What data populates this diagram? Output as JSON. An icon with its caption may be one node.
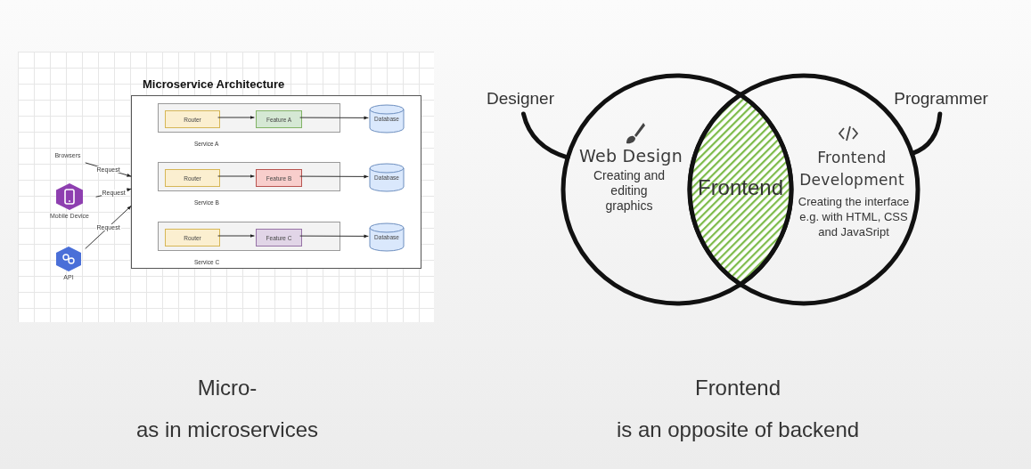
{
  "diagram": {
    "nodes": [
      {
        "text": [
          "Microservice Architecture"
        ]
      },
      {
        "text": [
          "Service A"
        ],
        "in": 0
      },
      {
        "text": [
          "Router"
        ],
        "in": 1
      },
      {
        "text": [
          "Feature A"
        ],
        "in": 1
      },
      {
        "text": [
          "Database"
        ],
        "in": 0
      },
      {
        "text": [
          "Service B"
        ],
        "in": 0
      },
      {
        "text": [
          "Router"
        ],
        "in": 5
      },
      {
        "text": [
          "Feature B"
        ],
        "in": 5
      },
      {
        "text": [
          "Database"
        ],
        "in": 0
      },
      {
        "text": [
          "Service C"
        ],
        "in": 0
      },
      {
        "text": [
          "Router"
        ],
        "in": 9
      },
      {
        "text": [
          "Feature C"
        ],
        "in": 9
      },
      {
        "text": [
          "Database"
        ],
        "in": 0
      },
      {
        "text": [
          "Browsers"
        ]
      },
      {
        "text": [
          "Mobile Device"
        ]
      },
      {
        "text": [
          "API"
        ]
      },
      {
        "text": [
          "Web Design",
          "Creating and editing graphics"
        ]
      },
      {
        "text": [
          "Frontend Development",
          "Creating the interface e.g. with HTML, CSS and JavaSript"
        ]
      },
      {
        "text": [
          "Frontend"
        ]
      },
      {
        "text": [
          "Designer"
        ]
      },
      {
        "text": [
          "Programmer"
        ]
      }
    ],
    "edges": [
      {
        "from": 2,
        "to": 3,
        "arrow": "to"
      },
      {
        "from": 3,
        "to": 4,
        "arrow": "to"
      },
      {
        "from": 6,
        "to": 7,
        "arrow": "to"
      },
      {
        "from": 7,
        "to": 8,
        "arrow": "to"
      },
      {
        "from": 10,
        "to": 11,
        "arrow": "to"
      },
      {
        "from": 11,
        "to": 12,
        "arrow": "to"
      },
      {
        "from": 13,
        "to": 0,
        "arrow": "to",
        "label": "Request"
      },
      {
        "from": 14,
        "to": 0,
        "arrow": "to",
        "label": "Request"
      },
      {
        "from": 15,
        "to": 0,
        "arrow": "to",
        "label": "Request"
      },
      {
        "from": 19,
        "to": 16,
        "arrow": "none",
        "style": "thick"
      },
      {
        "from": 20,
        "to": 17,
        "arrow": "none",
        "style": "thick"
      }
    ],
    "labels": [
      "Micro-",
      "as in microservices",
      "Frontend",
      "is an opposite of backend"
    ]
  }
}
